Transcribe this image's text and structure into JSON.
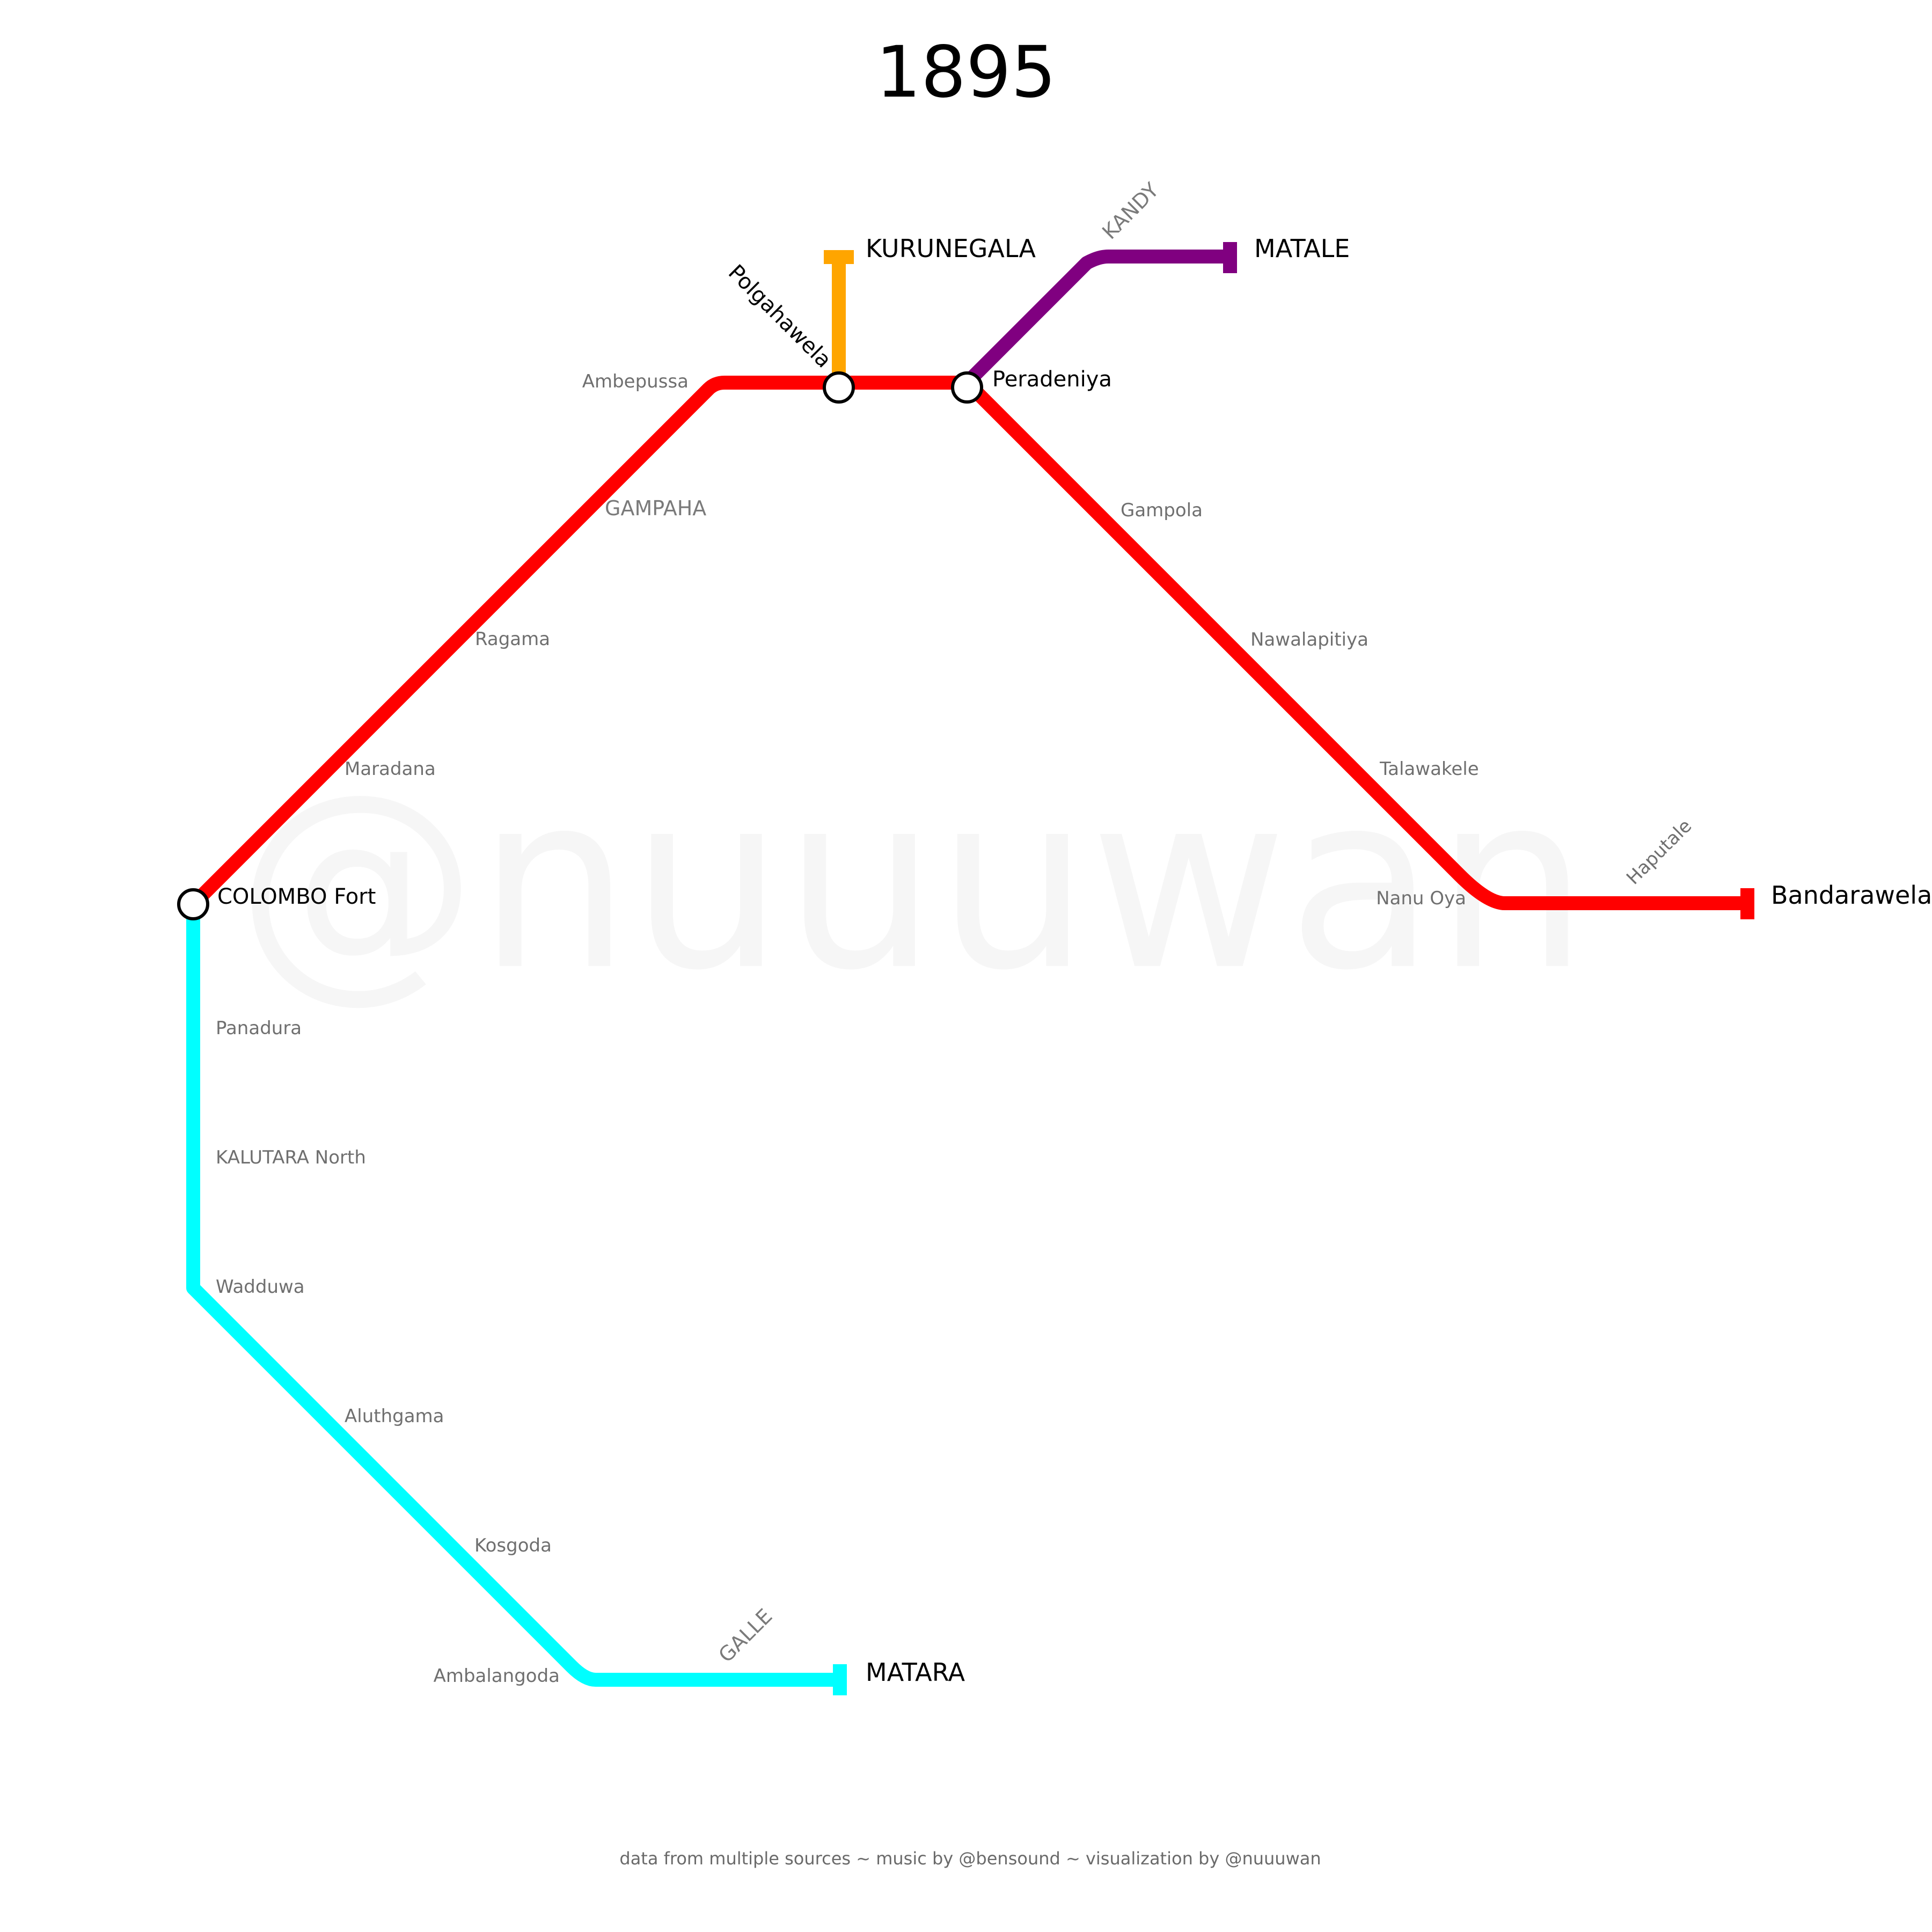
{
  "title": "1895",
  "watermark": "@nuuuwan",
  "footer": "data from multiple sources ~ music by @bensound ~ visualization by @nuuuwan",
  "lines": {
    "red": {
      "color": "#ff0000"
    },
    "cyan": {
      "color": "#00ffff"
    },
    "orange": {
      "color": "#ffa500"
    },
    "purple": {
      "color": "#800080"
    }
  },
  "stations": {
    "colombo_fort": "COLOMBO Fort",
    "maradana": "Maradana",
    "ragama": "Ragama",
    "gampaha": "GAMPAHA",
    "ambepussa": "Ambepussa",
    "polgahawela": "Polgahawela",
    "kurunegala": "KURUNEGALA",
    "peradeniya": "Peradeniya",
    "kandy": "KANDY",
    "matale": "MATALE",
    "gampola": "Gampola",
    "nawalapitiya": "Nawalapitiya",
    "talawakele": "Talawakele",
    "nanu_oya": "Nanu Oya",
    "haputale": "Haputale",
    "bandarawela": "Bandarawela",
    "panadura": "Panadura",
    "kalutara_north": "KALUTARA North",
    "wadduwa": "Wadduwa",
    "aluthgama": "Aluthgama",
    "kosgoda": "Kosgoda",
    "ambalangoda": "Ambalangoda",
    "galle": "GALLE",
    "matara": "MATARA"
  }
}
